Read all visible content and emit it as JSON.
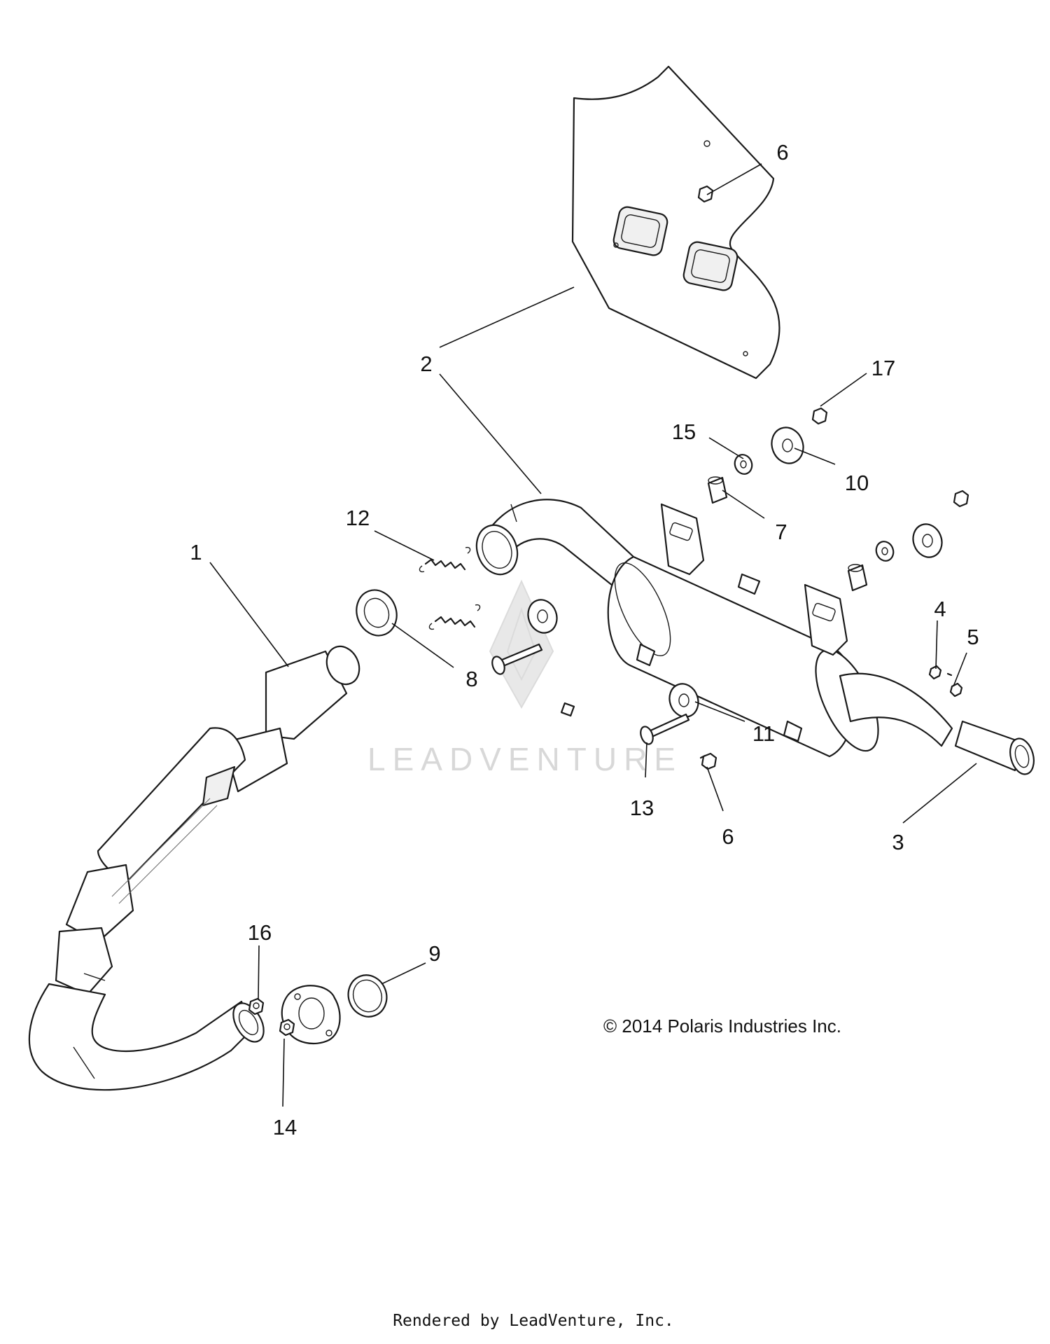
{
  "diagram": {
    "callouts": [
      {
        "id": "6-top",
        "label": "6"
      },
      {
        "id": "2",
        "label": "2"
      },
      {
        "id": "17",
        "label": "17"
      },
      {
        "id": "15",
        "label": "15"
      },
      {
        "id": "10",
        "label": "10"
      },
      {
        "id": "7",
        "label": "7"
      },
      {
        "id": "12",
        "label": "12"
      },
      {
        "id": "1",
        "label": "1"
      },
      {
        "id": "8",
        "label": "8"
      },
      {
        "id": "4",
        "label": "4"
      },
      {
        "id": "5",
        "label": "5"
      },
      {
        "id": "11",
        "label": "11"
      },
      {
        "id": "13",
        "label": "13"
      },
      {
        "id": "6-bottom",
        "label": "6"
      },
      {
        "id": "3",
        "label": "3"
      },
      {
        "id": "16",
        "label": "16"
      },
      {
        "id": "9",
        "label": "9"
      },
      {
        "id": "14",
        "label": "14"
      }
    ],
    "copyright": "© 2014 Polaris Industries Inc.",
    "watermark": "LEADVENTURE",
    "footer": "Rendered by LeadVenture, Inc."
  }
}
